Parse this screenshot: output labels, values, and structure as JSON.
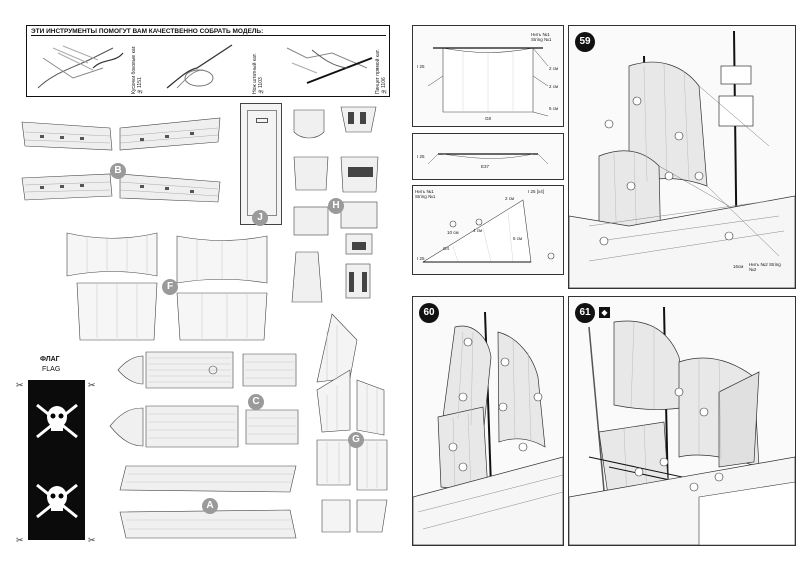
{
  "tools_box": {
    "heading": "ЭТИ ИНСТРУМЕНТЫ ПОМОГУТ ВАМ КАЧЕСТВЕННО СОБРАТЬ МОДЕЛЬ:",
    "tool1": "Кусачки боковые кат. №1151",
    "tool2": "Нож штатный кат. №1103",
    "tool3": "Пинцет прямой кат. №1106"
  },
  "part_labels": {
    "B": "B",
    "J": "J",
    "H": "H",
    "F": "F",
    "C": "C",
    "G": "G",
    "A": "A"
  },
  "flag": {
    "title_ru": "ФЛАГ",
    "title_en": "FLAG"
  },
  "diagrams": {
    "top": {
      "name": "G8",
      "string": "Нить №1 String №1",
      "left_dim": "I 25",
      "dims": [
        "2 см",
        "2 см",
        "5 см"
      ]
    },
    "middle": {
      "name": "E37",
      "left_dim": "I 25"
    },
    "bottom": {
      "name": "G4",
      "string": "Нить №1 String №1",
      "bracket": "I 25 [x4]",
      "left_dim": "I 25",
      "dims": [
        "2 см",
        "10 см",
        "4 см",
        "5 см"
      ]
    }
  },
  "steps": {
    "s59": "59",
    "s60": "60",
    "s61": "61",
    "s59_note": "Нить №2 String №2",
    "s59_dim": "16см"
  },
  "colors": {
    "sail_fill": "#e8e8e8",
    "label_grey": "#9a9a9a",
    "step_black": "#111111"
  }
}
